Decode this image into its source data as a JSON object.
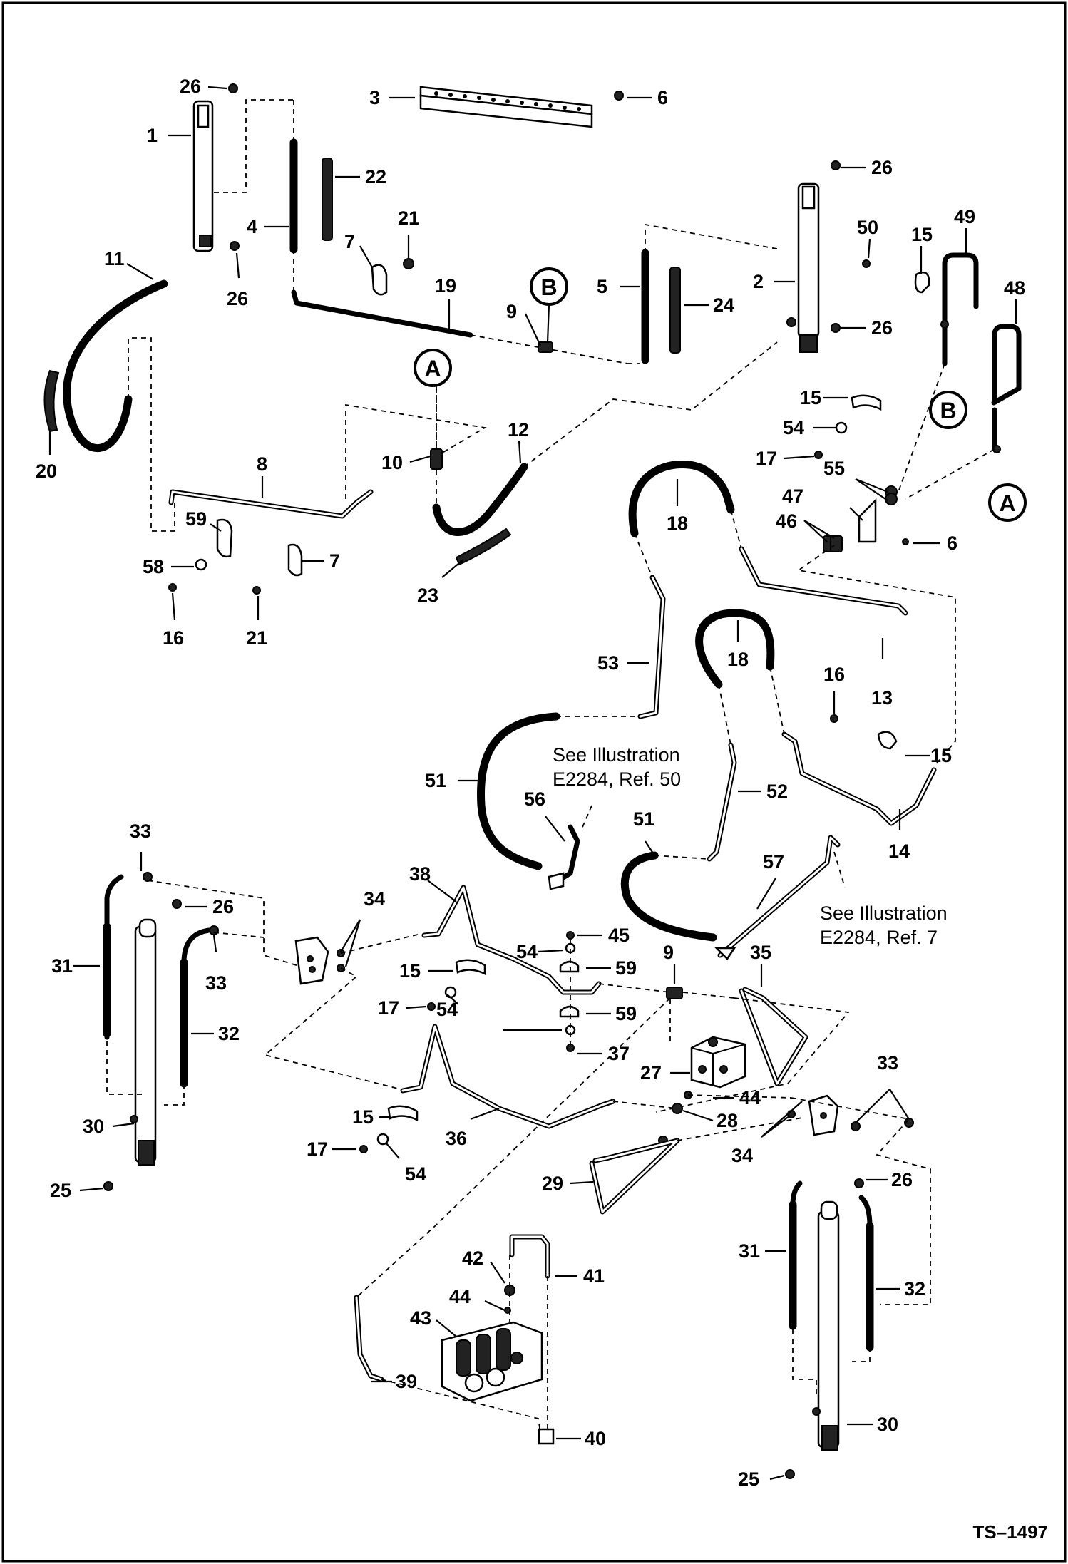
{
  "circle_markers": [
    {
      "id": "B-top",
      "text": "B"
    },
    {
      "id": "A-top",
      "text": "A"
    },
    {
      "id": "B-right",
      "text": "B"
    },
    {
      "id": "A-right",
      "text": "A"
    }
  ],
  "notes": [
    {
      "line1": "See Illustration",
      "line2": "E2284, Ref. 50"
    },
    {
      "line1": "See Illustration",
      "line2": "E2284, Ref. 7"
    }
  ],
  "drawing_code": "TS–1497",
  "callouts": [
    "26",
    "1",
    "3",
    "6",
    "22",
    "4",
    "21",
    "7",
    "26",
    "11",
    "26",
    "19",
    "9",
    "5",
    "24",
    "2",
    "50",
    "15",
    "49",
    "26",
    "48",
    "20",
    "8",
    "10",
    "12",
    "15",
    "54",
    "17",
    "55",
    "47",
    "46",
    "6",
    "59",
    "58",
    "7",
    "16",
    "21",
    "23",
    "18",
    "53",
    "18",
    "16",
    "13",
    "15",
    "51",
    "56",
    "52",
    "51",
    "57",
    "14",
    "33",
    "26",
    "31",
    "33",
    "32",
    "34",
    "38",
    "54",
    "45",
    "15",
    "59",
    "17",
    "54",
    "59",
    "37",
    "9",
    "35",
    "27",
    "44",
    "30",
    "15",
    "17",
    "54",
    "36",
    "28",
    "34",
    "33",
    "25",
    "29",
    "26",
    "31",
    "32",
    "42",
    "41",
    "44",
    "43",
    "39",
    "40",
    "30",
    "25"
  ],
  "colors": {
    "ink": "#000000",
    "background": "#ffffff"
  }
}
